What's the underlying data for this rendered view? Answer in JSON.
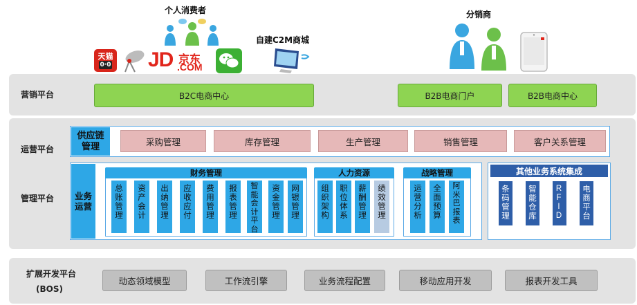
{
  "top": {
    "consumer_label": "个人消费者",
    "c2m_label": "自建C2M商城",
    "distributor_label": "分销商",
    "tmall_text": "天猫",
    "jd_text": "JD",
    "jd_cn_text": "京东",
    "jd_com_text": ".COM"
  },
  "marketing": {
    "label": "营销平台",
    "b2c": "B2C电商中心",
    "b2b_portal": "B2B电商门户",
    "b2b_center": "B2B电商中心"
  },
  "operations": {
    "label": "运营平台",
    "supply_chain": "供应链管理",
    "items": [
      "采购管理",
      "库存管理",
      "生产管理",
      "销售管理",
      "客户关系管理"
    ]
  },
  "management": {
    "label": "管理平台",
    "business_ops": "业务运营",
    "finance": {
      "title": "财务管理",
      "items": [
        "总账管理",
        "资产会计",
        "出纳管理",
        "应收应付",
        "费用管理",
        "报表管理",
        "智能会计平台",
        "资金管理",
        "网银管理"
      ]
    },
    "hr": {
      "title": "人力资源",
      "items": [
        "组织架构",
        "职位体系",
        "薪酬管理",
        "绩效管理"
      ]
    },
    "strategy": {
      "title": "战略管理",
      "items": [
        "运营分析",
        "全面预算",
        "阿米巴报表"
      ]
    },
    "other": {
      "title": "其他业务系统集成",
      "items": [
        "条码管理",
        "智能仓库",
        "RFID",
        "电商平台"
      ]
    }
  },
  "extension": {
    "label_line1": "扩展开发平台",
    "label_line2": "(BOS)",
    "items": [
      "动态领域模型",
      "工作流引擎",
      "业务流程配置",
      "移动应用开发",
      "报表开发工具"
    ]
  },
  "colors": {
    "green": "#8ed452",
    "blue": "#2ea7e6",
    "navy": "#2e5ea8",
    "pink": "#e6b8b8",
    "gray": "#c0c0c0",
    "band": "#e3e3e3"
  }
}
